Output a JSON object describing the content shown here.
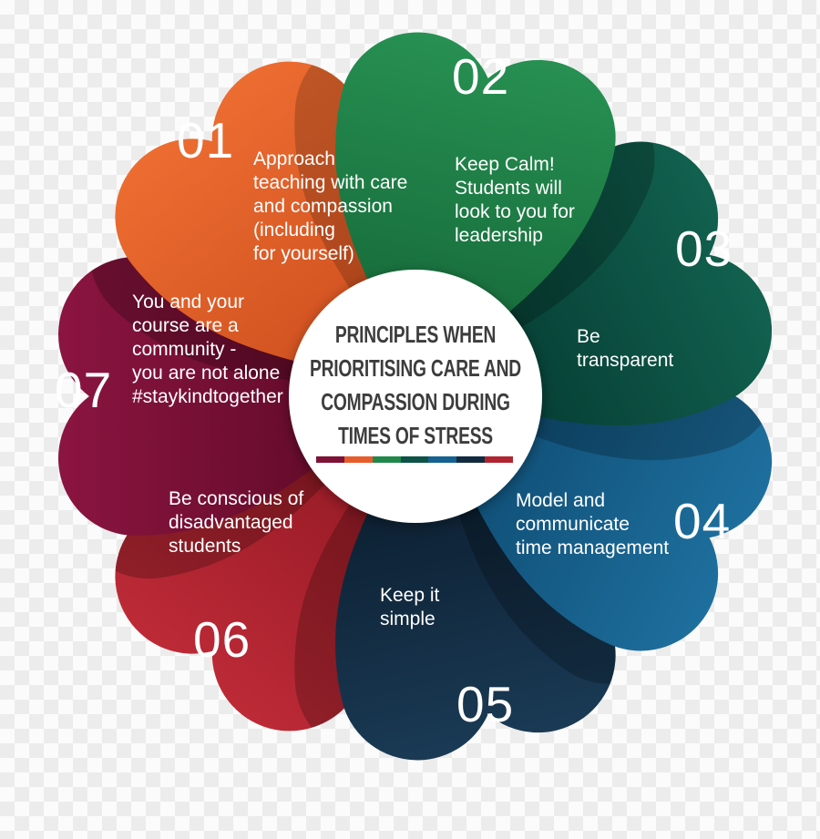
{
  "title": {
    "lines": "PRINCIPLES WHEN\nPRIORITISING CARE AND\nCOMPASSION DURING\nTIMES OF STRESS"
  },
  "legend_bar": {
    "colors": [
      "#7E1136",
      "#E65C2B",
      "#21874A",
      "#0D5347",
      "#16618F",
      "#122B40",
      "#B02431"
    ]
  },
  "petals": [
    {
      "number": "01",
      "label": "Approach\nteaching with care\nand compassion\n(including\nfor yourself)",
      "color": "#E65C2B",
      "color_light": "#EC6C31",
      "color_dark": "#CE4E1E"
    },
    {
      "number": "02",
      "label": "Keep Calm!\nStudents will\nlook to you for\nleadership",
      "color": "#21874A",
      "color_light": "#279052",
      "color_dark": "#156838"
    },
    {
      "number": "03",
      "label": "Be\ntransparent",
      "color": "#0D5347",
      "color_light": "#12614F",
      "color_dark": "#043930"
    },
    {
      "number": "04",
      "label": "Model and\ncommunicate\ntime management",
      "color": "#16618F",
      "color_light": "#1E6F9E",
      "color_dark": "#0D4A70"
    },
    {
      "number": "05",
      "label": "Keep it\nsimple",
      "color": "#122B40",
      "color_light": "#1A3A55",
      "color_dark": "#0A1B2B"
    },
    {
      "number": "06",
      "label": "Be conscious of\ndisadvantaged\nstudents",
      "color": "#B02431",
      "color_light": "#BD2A37",
      "color_dark": "#8F1822"
    },
    {
      "number": "07",
      "label": "You and your\ncourse are a\ncommunity -\nyou are not alone\n#staykindtogether",
      "color": "#7E1136",
      "color_light": "#8B1540",
      "color_dark": "#5D0926"
    }
  ]
}
